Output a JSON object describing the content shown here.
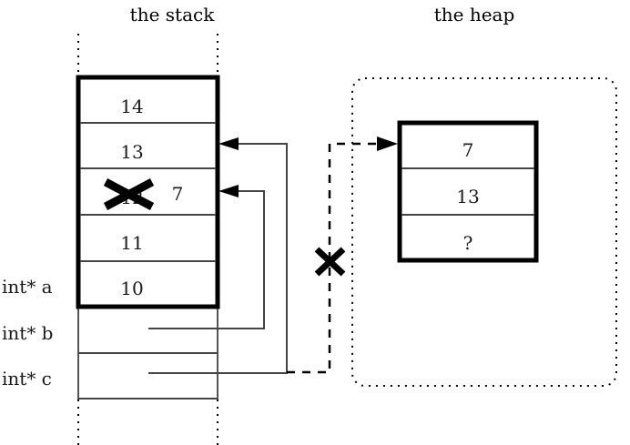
{
  "titles": {
    "stack": "the stack",
    "heap": "the heap"
  },
  "stack": {
    "frame_cells": [
      {
        "value": "14"
      },
      {
        "value": "13"
      },
      {
        "value": "12",
        "struck": true,
        "new_value": "7"
      },
      {
        "value": "11"
      },
      {
        "value": "10"
      }
    ],
    "variables": [
      {
        "label": "int* a"
      },
      {
        "label": "int* b"
      },
      {
        "label": "int* c"
      }
    ]
  },
  "heap": {
    "cells": [
      {
        "value": "7"
      },
      {
        "value": "13"
      },
      {
        "value": "?"
      }
    ]
  },
  "annotations": {
    "struck_value": "12",
    "replacement_value": "7",
    "broken_link_marker": "x-cross",
    "struck_cell_marker": "x-cross"
  },
  "colors": {
    "ink": "#000000",
    "rule": "#444444",
    "background": "#ffffff"
  }
}
